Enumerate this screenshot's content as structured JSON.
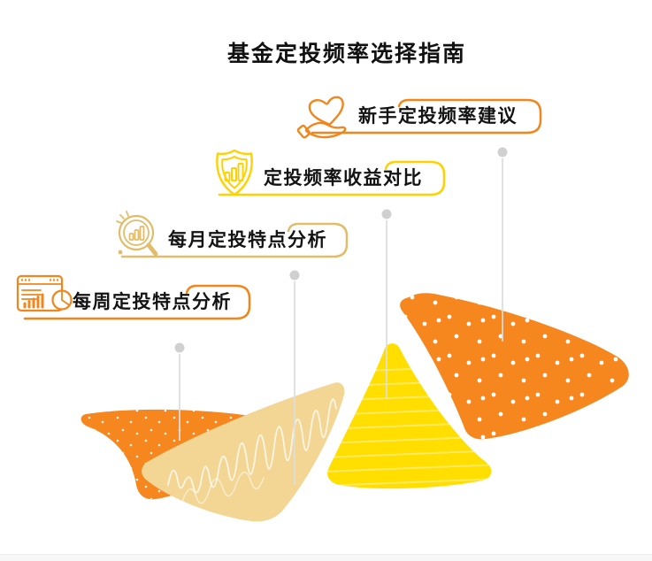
{
  "page": {
    "title": "基金定投频率选择指南"
  },
  "items": [
    {
      "label": "新手定投频率建议",
      "icon": "hand-heart-icon",
      "accent": "#F0861C"
    },
    {
      "label": "定投频率收益对比",
      "icon": "shield-chart-icon",
      "accent": "#FFD100"
    },
    {
      "label": "每月定投特点分析",
      "icon": "magnifier-chart-icon",
      "accent": "#E2BC6B"
    },
    {
      "label": "每周定投特点分析",
      "icon": "browser-chart-icon",
      "accent": "#F0861C"
    }
  ],
  "colors": {
    "mountain_orange": "#F6861E",
    "mountain_tan": "#F4D694",
    "mountain_yellow": "#FFDE00",
    "connector_line": "#DEDEDE",
    "connector_dot": "#D0D0D0",
    "title_text": "#111111",
    "label_text": "#131313",
    "footer_strip": "#F7F7F8"
  }
}
